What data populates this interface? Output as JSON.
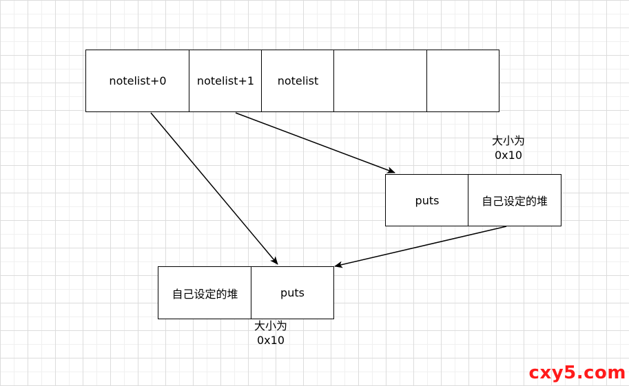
{
  "top_array": {
    "cells": [
      "notelist+0",
      "notelist+1",
      "notelist",
      "",
      ""
    ]
  },
  "chunk_right": {
    "left_label": "puts",
    "right_label": "自己设定的堆",
    "size_line1": "大小为",
    "size_line2": "0x10"
  },
  "chunk_bottom": {
    "left_label": "自己设定的堆",
    "right_label": "puts",
    "size_line1": "大小为",
    "size_line2": "0x10"
  },
  "watermark": "cxy5.com",
  "colors": {
    "stroke": "#000000",
    "grid": "#dcdcdc",
    "watermark": "#ff1a1a"
  }
}
